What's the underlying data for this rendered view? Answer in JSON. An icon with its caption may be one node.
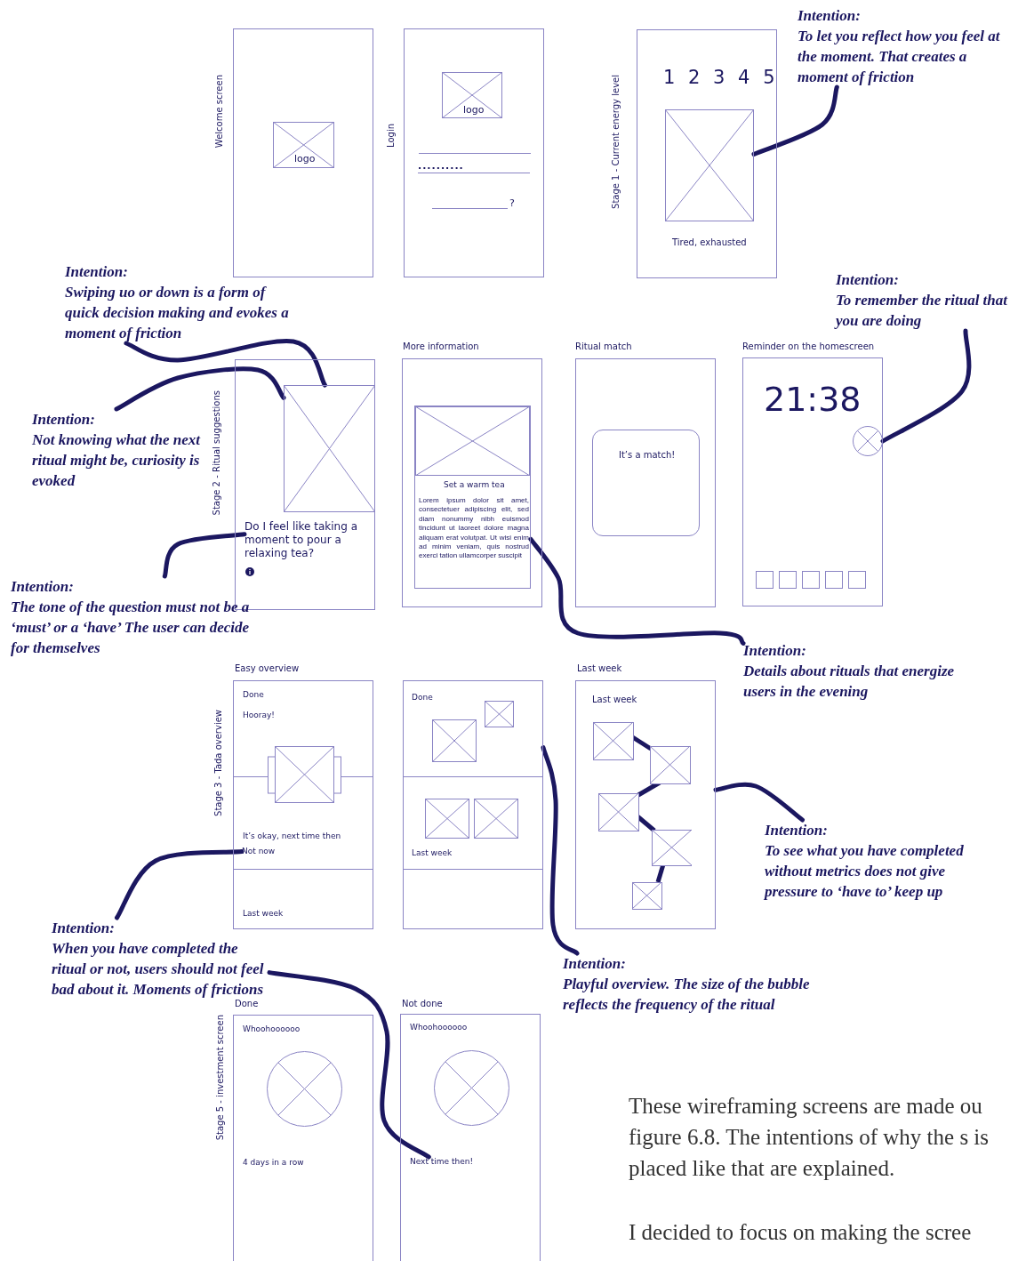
{
  "diagram": {
    "nodes": [
      {
        "text": [
          "Welcome screen"
        ]
      },
      {
        "text": [
          "logo"
        ],
        "in": 0
      },
      {
        "text": [
          "Login"
        ]
      },
      {
        "text": [
          "logo"
        ],
        "in": 2
      },
      {
        "text": [
          "Stage 1 - Current energy level",
          "1 2 3 4 5",
          "Tired, exhausted"
        ]
      },
      {
        "text": [],
        "shape": "box",
        "in": 4
      },
      {
        "text": [
          "Intention:",
          "To let you reflect how you feel at the moment. That creates a moment of friction"
        ]
      },
      {
        "text": [
          "Intention:",
          "Swiping uo or down is a form of quick decision making and evokes a moment of friction"
        ]
      },
      {
        "text": [
          "Intention:",
          "Not knowing what the next ritual might be, curiosity is evoked"
        ]
      },
      {
        "text": [
          "Stage 2 - Ritual suggestions"
        ]
      },
      {
        "text": [],
        "shape": "box",
        "in": 9
      },
      {
        "text": [
          "Do I feel like taking a moment to pour a relaxing tea?"
        ],
        "in": 9
      },
      {
        "text": [
          "Intention:",
          "The tone of the question must not be a ‘must’ or a ‘have’ The user can decide for themselves"
        ]
      },
      {
        "text": [
          "More information"
        ]
      },
      {
        "text": [
          "Set a warm tea",
          "Lorem ipsum dolor sit amet, consectetuer adipiscing elit, sed diam nonummy nibh euismod tincidunt ut laoreet dolore magna aliquam erat volutpat. Ut wisi enim ad minim veniam, quis nostrud exerci tation ullamcorper suscipit"
        ],
        "in": 13
      },
      {
        "text": [
          "Intention:",
          "Details about rituals that energize users in the evening"
        ]
      },
      {
        "text": [
          "Ritual match"
        ]
      },
      {
        "text": [
          "It’s a match!"
        ],
        "in": 16
      },
      {
        "text": [
          "Reminder on the homescreen",
          "21:38"
        ]
      },
      {
        "text": [],
        "shape": "circle",
        "in": 18
      },
      {
        "text": [
          "Intention:",
          "To remember the ritual that you are doing"
        ]
      },
      {
        "text": [
          "Easy overview",
          "Stage 3 - Tada overview",
          "Done",
          "Hooray!",
          "It’s okay, next time then",
          "Last week"
        ]
      },
      {
        "text": [
          "Not now"
        ],
        "in": 21
      },
      {
        "text": [
          "Intention:",
          "When you have completed the ritual or not, users should not feel bad about it. Moments of frictions"
        ]
      },
      {
        "text": [
          "Done",
          "Last week"
        ]
      },
      {
        "text": [
          "Last week",
          "Last week"
        ]
      },
      {
        "text": [
          "Intention:",
          "To see what you have completed without metrics does not give pressure to ‘have to’ keep up"
        ]
      },
      {
        "text": [
          "Intention:",
          "Playful overview. The size of the bubble reflects the frequency of the ritual"
        ]
      },
      {
        "text": [
          "Done",
          "Stage 5 - investment screen",
          "Whoohoooooo",
          "4 days in a row"
        ]
      },
      {
        "text": [
          "Not done",
          "Whoohoooooo"
        ]
      },
      {
        "text": [
          "Next time then!"
        ],
        "in": 29
      }
    ],
    "edges": [
      {
        "from": 6,
        "to": 5,
        "arrow": "none"
      },
      {
        "from": 7,
        "to": 10,
        "arrow": "none"
      },
      {
        "from": 8,
        "to": 10,
        "arrow": "none"
      },
      {
        "from": 12,
        "to": 11,
        "arrow": "none"
      },
      {
        "from": 15,
        "to": 14,
        "arrow": "none"
      },
      {
        "from": 20,
        "to": 19,
        "arrow": "none"
      },
      {
        "from": 23,
        "to": 22,
        "arrow": "none"
      },
      {
        "from": 26,
        "to": 25,
        "arrow": "none"
      },
      {
        "from": 27,
        "to": 24,
        "arrow": "none"
      },
      {
        "from": 23,
        "to": 30,
        "arrow": "none"
      }
    ],
    "labels": [
      "..........",
      "?",
      "These wireframing screens are made ou figure 6.8. The intentions of why the s is placed like that are explained.",
      "I decided to focus on making the scree"
    ]
  }
}
